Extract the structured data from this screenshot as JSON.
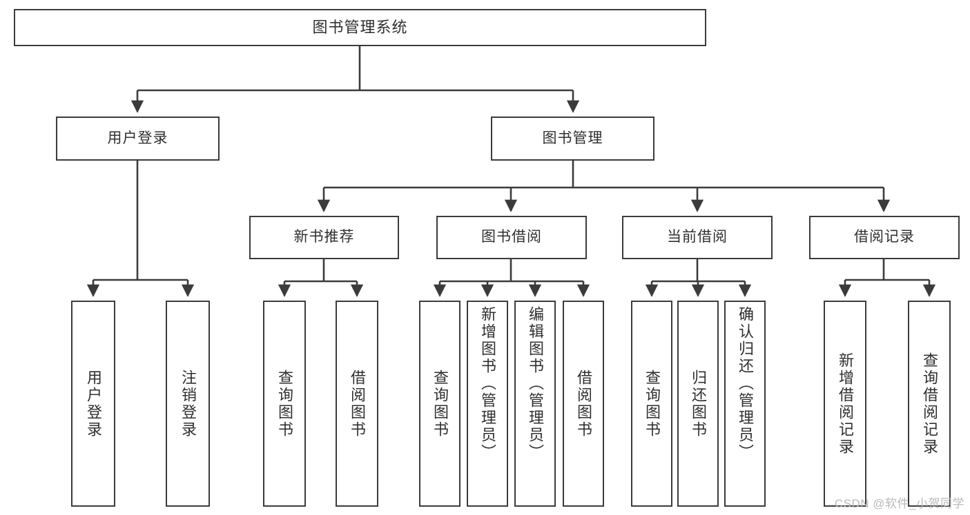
{
  "diagram": {
    "title": "图书管理系统",
    "type": "tree",
    "colors": {
      "box_border": "#3b3b3b",
      "box_fill": "#ffffff",
      "connector": "#3b3b3b",
      "text": "#2f2f2f",
      "watermark": "#b9b9b9",
      "background": "#ffffff"
    },
    "root": {
      "label": "图书管理系统"
    },
    "level1": [
      {
        "label": "用户登录"
      },
      {
        "label": "图书管理"
      }
    ],
    "level2": [
      {
        "label": "新书推荐"
      },
      {
        "label": "图书借阅"
      },
      {
        "label": "当前借阅"
      },
      {
        "label": "借阅记录"
      }
    ],
    "leaves": {
      "user_login": [
        {
          "label": "用户登录"
        },
        {
          "label": "注销登录"
        }
      ],
      "new_book_recommend": [
        {
          "label": "查询图书"
        },
        {
          "label": "借阅图书"
        }
      ],
      "book_borrow": [
        {
          "label": "查询图书"
        },
        {
          "label": "新增图书（管理员）"
        },
        {
          "label": "编辑图书（管理员）"
        },
        {
          "label": "借阅图书"
        }
      ],
      "current_borrow": [
        {
          "label": "查询图书"
        },
        {
          "label": "归还图书"
        },
        {
          "label": "确认归还（管理员）"
        }
      ],
      "borrow_record": [
        {
          "label": "新增借阅记录"
        },
        {
          "label": "查询借阅记录"
        }
      ]
    },
    "watermark": "CSDN @软件_小贺同学"
  }
}
